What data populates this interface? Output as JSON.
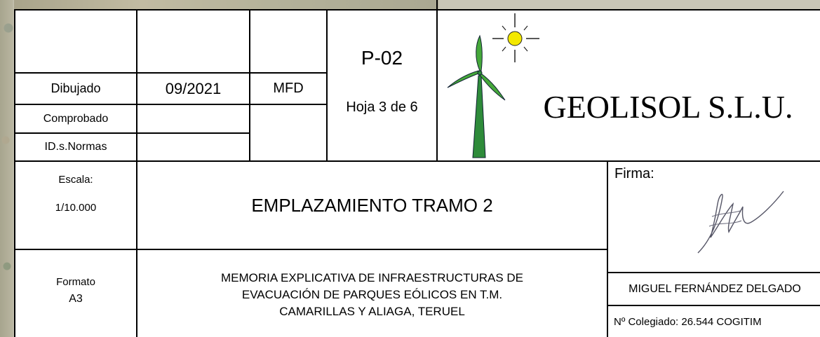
{
  "rows": {
    "dibujado": {
      "label": "Dibujado",
      "date": "09/2021",
      "initials": "MFD"
    },
    "comprobado": {
      "label": "Comprobado"
    },
    "normas": {
      "label": "ID.s.Normas"
    }
  },
  "plan": {
    "code": "P-02",
    "sheet": "Hoja 3 de 6"
  },
  "company": {
    "name": "GEOLISOL S.L.U.",
    "logo_icon": "wind-turbine-sun-logo"
  },
  "scale": {
    "label": "Escala:",
    "value": "1/10.000"
  },
  "drawing_title": "EMPLAZAMIENTO TRAMO 2",
  "signature": {
    "label": "Firma:"
  },
  "format": {
    "label": "Formato",
    "value": "A3"
  },
  "project": {
    "line1": "MEMORIA EXPLICATIVA  DE INFRAESTRUCTURAS DE",
    "line2": "EVACUACIÓN DE PARQUES EÓLICOS EN T.M.",
    "line3": "CAMARILLAS Y ALIAGA, TERUEL"
  },
  "engineer": {
    "name": "MIGUEL FERNÁNDEZ DELGADO",
    "registration": "Nº Colegiado: 26.544 COGITIM"
  },
  "colors": {
    "border": "#000000",
    "turbine_green": "#2e8b3a",
    "sun_yellow": "#f3e800"
  }
}
